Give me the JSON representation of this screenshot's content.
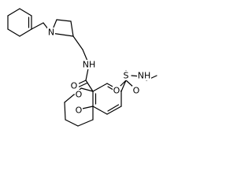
{
  "molecule": {
    "atoms": {
      "n_ring": "N",
      "n_amide": "NH",
      "o_carbonyl": "O",
      "o_ring_top": "O",
      "o_ring_bottom": "O",
      "sulfur": "S",
      "o_sulfonyl_left": "O",
      "o_sulfonyl_right": "O",
      "n_sulfonamide": "NH"
    }
  }
}
